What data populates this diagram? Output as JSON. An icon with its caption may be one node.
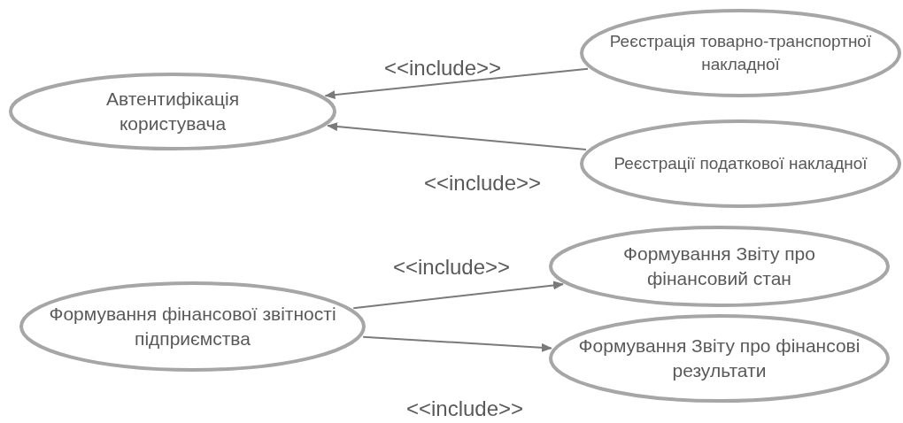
{
  "diagram": {
    "nodes": [
      {
        "text": [
          "Автентифікація користувача"
        ]
      },
      {
        "text": [
          "Реєстрація товарно-транспортної накладної"
        ]
      },
      {
        "text": [
          "Реєстрації податкової накладної"
        ]
      },
      {
        "text": [
          "Формування фінансової звітності підприємства"
        ]
      },
      {
        "text": [
          "Формування Звіту про фінансовий стан"
        ]
      },
      {
        "text": [
          "Формування Звіту про фінансові результати"
        ]
      }
    ],
    "edges": [
      {
        "from": 1,
        "to": 0,
        "arrow": "to",
        "label": "<<include>>"
      },
      {
        "from": 2,
        "to": 0,
        "arrow": "to",
        "label": "<<include>>"
      },
      {
        "from": 3,
        "to": 4,
        "arrow": "to",
        "label": "<<include>>"
      },
      {
        "from": 3,
        "to": 5,
        "arrow": "to",
        "label": "<<include>>"
      }
    ]
  }
}
